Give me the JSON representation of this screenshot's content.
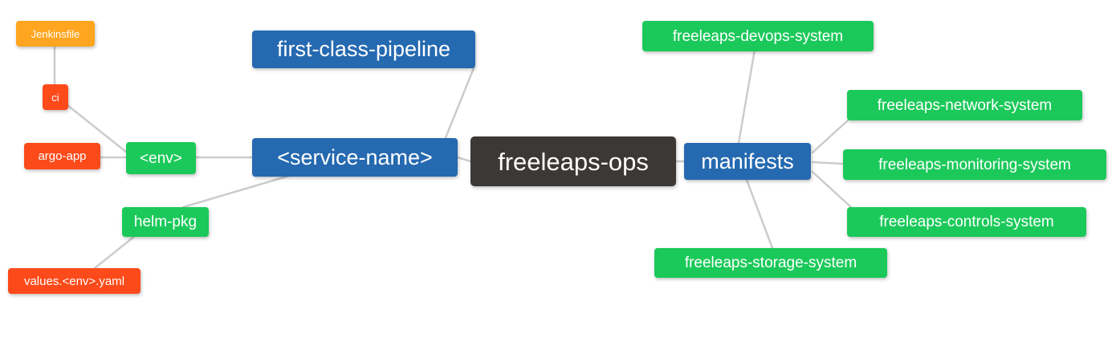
{
  "diagram": {
    "type": "mindmap",
    "title": "freeleaps-ops",
    "background": "#ffffff",
    "edge_color": "#cccccc",
    "palette": {
      "root": "#3b3835",
      "blue": "#2569b0",
      "green": "#1bc95a",
      "orange": "#ffa51f",
      "red": "#fc4a1a",
      "text": "#ffffff"
    }
  },
  "nodes": {
    "root": {
      "label": "freeleaps-ops"
    },
    "first_class_pipeline": {
      "label": "first-class-pipeline"
    },
    "service_name": {
      "label": "<service-name>"
    },
    "env": {
      "label": "<env>"
    },
    "ci": {
      "label": "ci"
    },
    "jenkinsfile": {
      "label": "Jenkinsfile"
    },
    "argo_app": {
      "label": "argo-app"
    },
    "helm_pkg": {
      "label": "helm-pkg"
    },
    "values_yaml": {
      "label": "values.<env>.yaml"
    },
    "manifests": {
      "label": "manifests"
    },
    "devops_system": {
      "label": "freeleaps-devops-system"
    },
    "network_system": {
      "label": "freeleaps-network-system"
    },
    "monitoring_system": {
      "label": "freeleaps-monitoring-system"
    },
    "controls_system": {
      "label": "freeleaps-controls-system"
    },
    "storage_system": {
      "label": "freeleaps-storage-system"
    }
  },
  "edges": [
    {
      "from": "root",
      "to": "service_name"
    },
    {
      "from": "root",
      "to": "manifests"
    },
    {
      "from": "service_name",
      "to": "first_class_pipeline"
    },
    {
      "from": "service_name",
      "to": "env"
    },
    {
      "from": "service_name",
      "to": "helm_pkg"
    },
    {
      "from": "env",
      "to": "ci"
    },
    {
      "from": "env",
      "to": "argo_app"
    },
    {
      "from": "ci",
      "to": "jenkinsfile"
    },
    {
      "from": "helm_pkg",
      "to": "values_yaml"
    },
    {
      "from": "manifests",
      "to": "devops_system"
    },
    {
      "from": "manifests",
      "to": "network_system"
    },
    {
      "from": "manifests",
      "to": "monitoring_system"
    },
    {
      "from": "manifests",
      "to": "controls_system"
    },
    {
      "from": "manifests",
      "to": "storage_system"
    }
  ]
}
